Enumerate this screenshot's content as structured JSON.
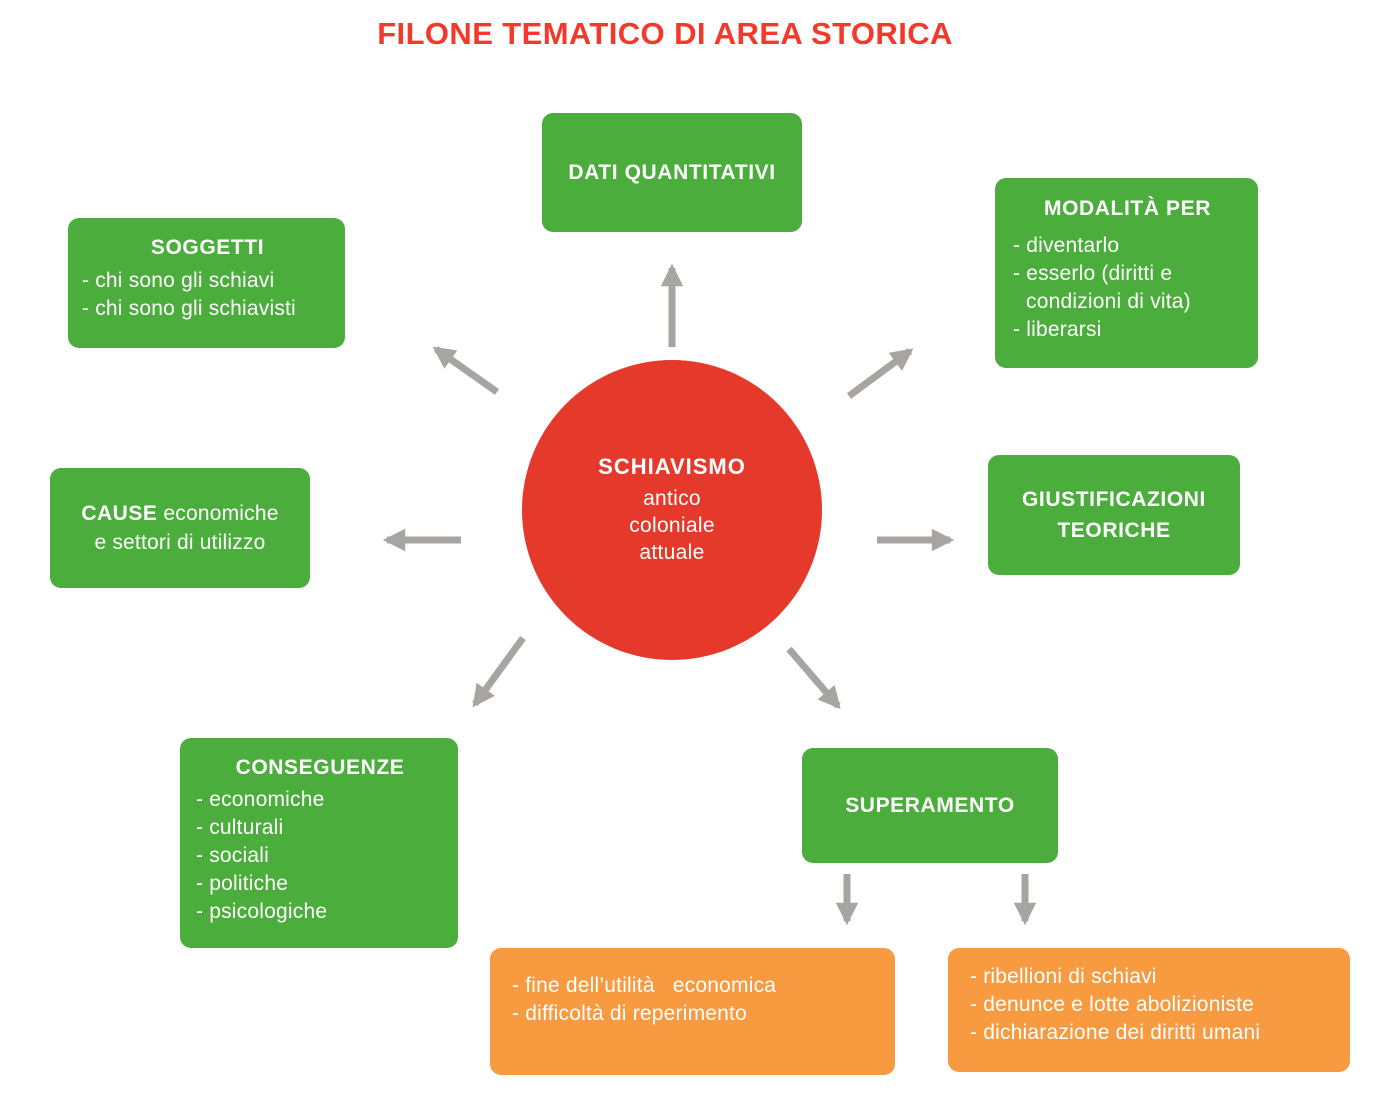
{
  "title": "FILONE TEMATICO DI AREA STORICA",
  "colors": {
    "green": "#4BAD3B",
    "red": "#E53A2B",
    "orange": "#F79A40",
    "arrow_gray": "#A8A4A2",
    "title_red": "#F5382C"
  },
  "center": {
    "heading": "SCHIAVISMO",
    "lines": [
      "antico",
      "coloniale",
      "attuale"
    ]
  },
  "nodes": {
    "dati": {
      "heading": "DATI QUANTITATIVI"
    },
    "modalita": {
      "heading": "MODALITÀ PER",
      "items": [
        "- diventarlo",
        "- esserlo (diritti e condizioni di vita)",
        "- liberarsi"
      ]
    },
    "soggetti": {
      "heading": "SOGGETTI",
      "items": [
        "- chi sono gli schiavi",
        "- chi sono gli schiavisti"
      ]
    },
    "cause": {
      "bold": "CAUSE",
      "line1_rest": " economiche",
      "line2": "e settori di utilizzo"
    },
    "giustificazioni": {
      "heading": "GIUSTIFICAZIONI TEORICHE"
    },
    "conseguenze": {
      "heading": "CONSEGUENZE",
      "items": [
        "- economiche",
        "- culturali",
        "- sociali",
        "- politiche",
        "- psicologiche"
      ]
    },
    "superamento": {
      "heading": "SUPERAMENTO"
    },
    "fine_utilita": {
      "items": [
        "- fine dell’utilità   economica",
        "- difficoltà di reperimento"
      ]
    },
    "ribellioni": {
      "items": [
        "- ribellioni di schiavi",
        "- denunce e lotte abolizioniste",
        "- dichiarazione dei diritti umani"
      ]
    }
  }
}
